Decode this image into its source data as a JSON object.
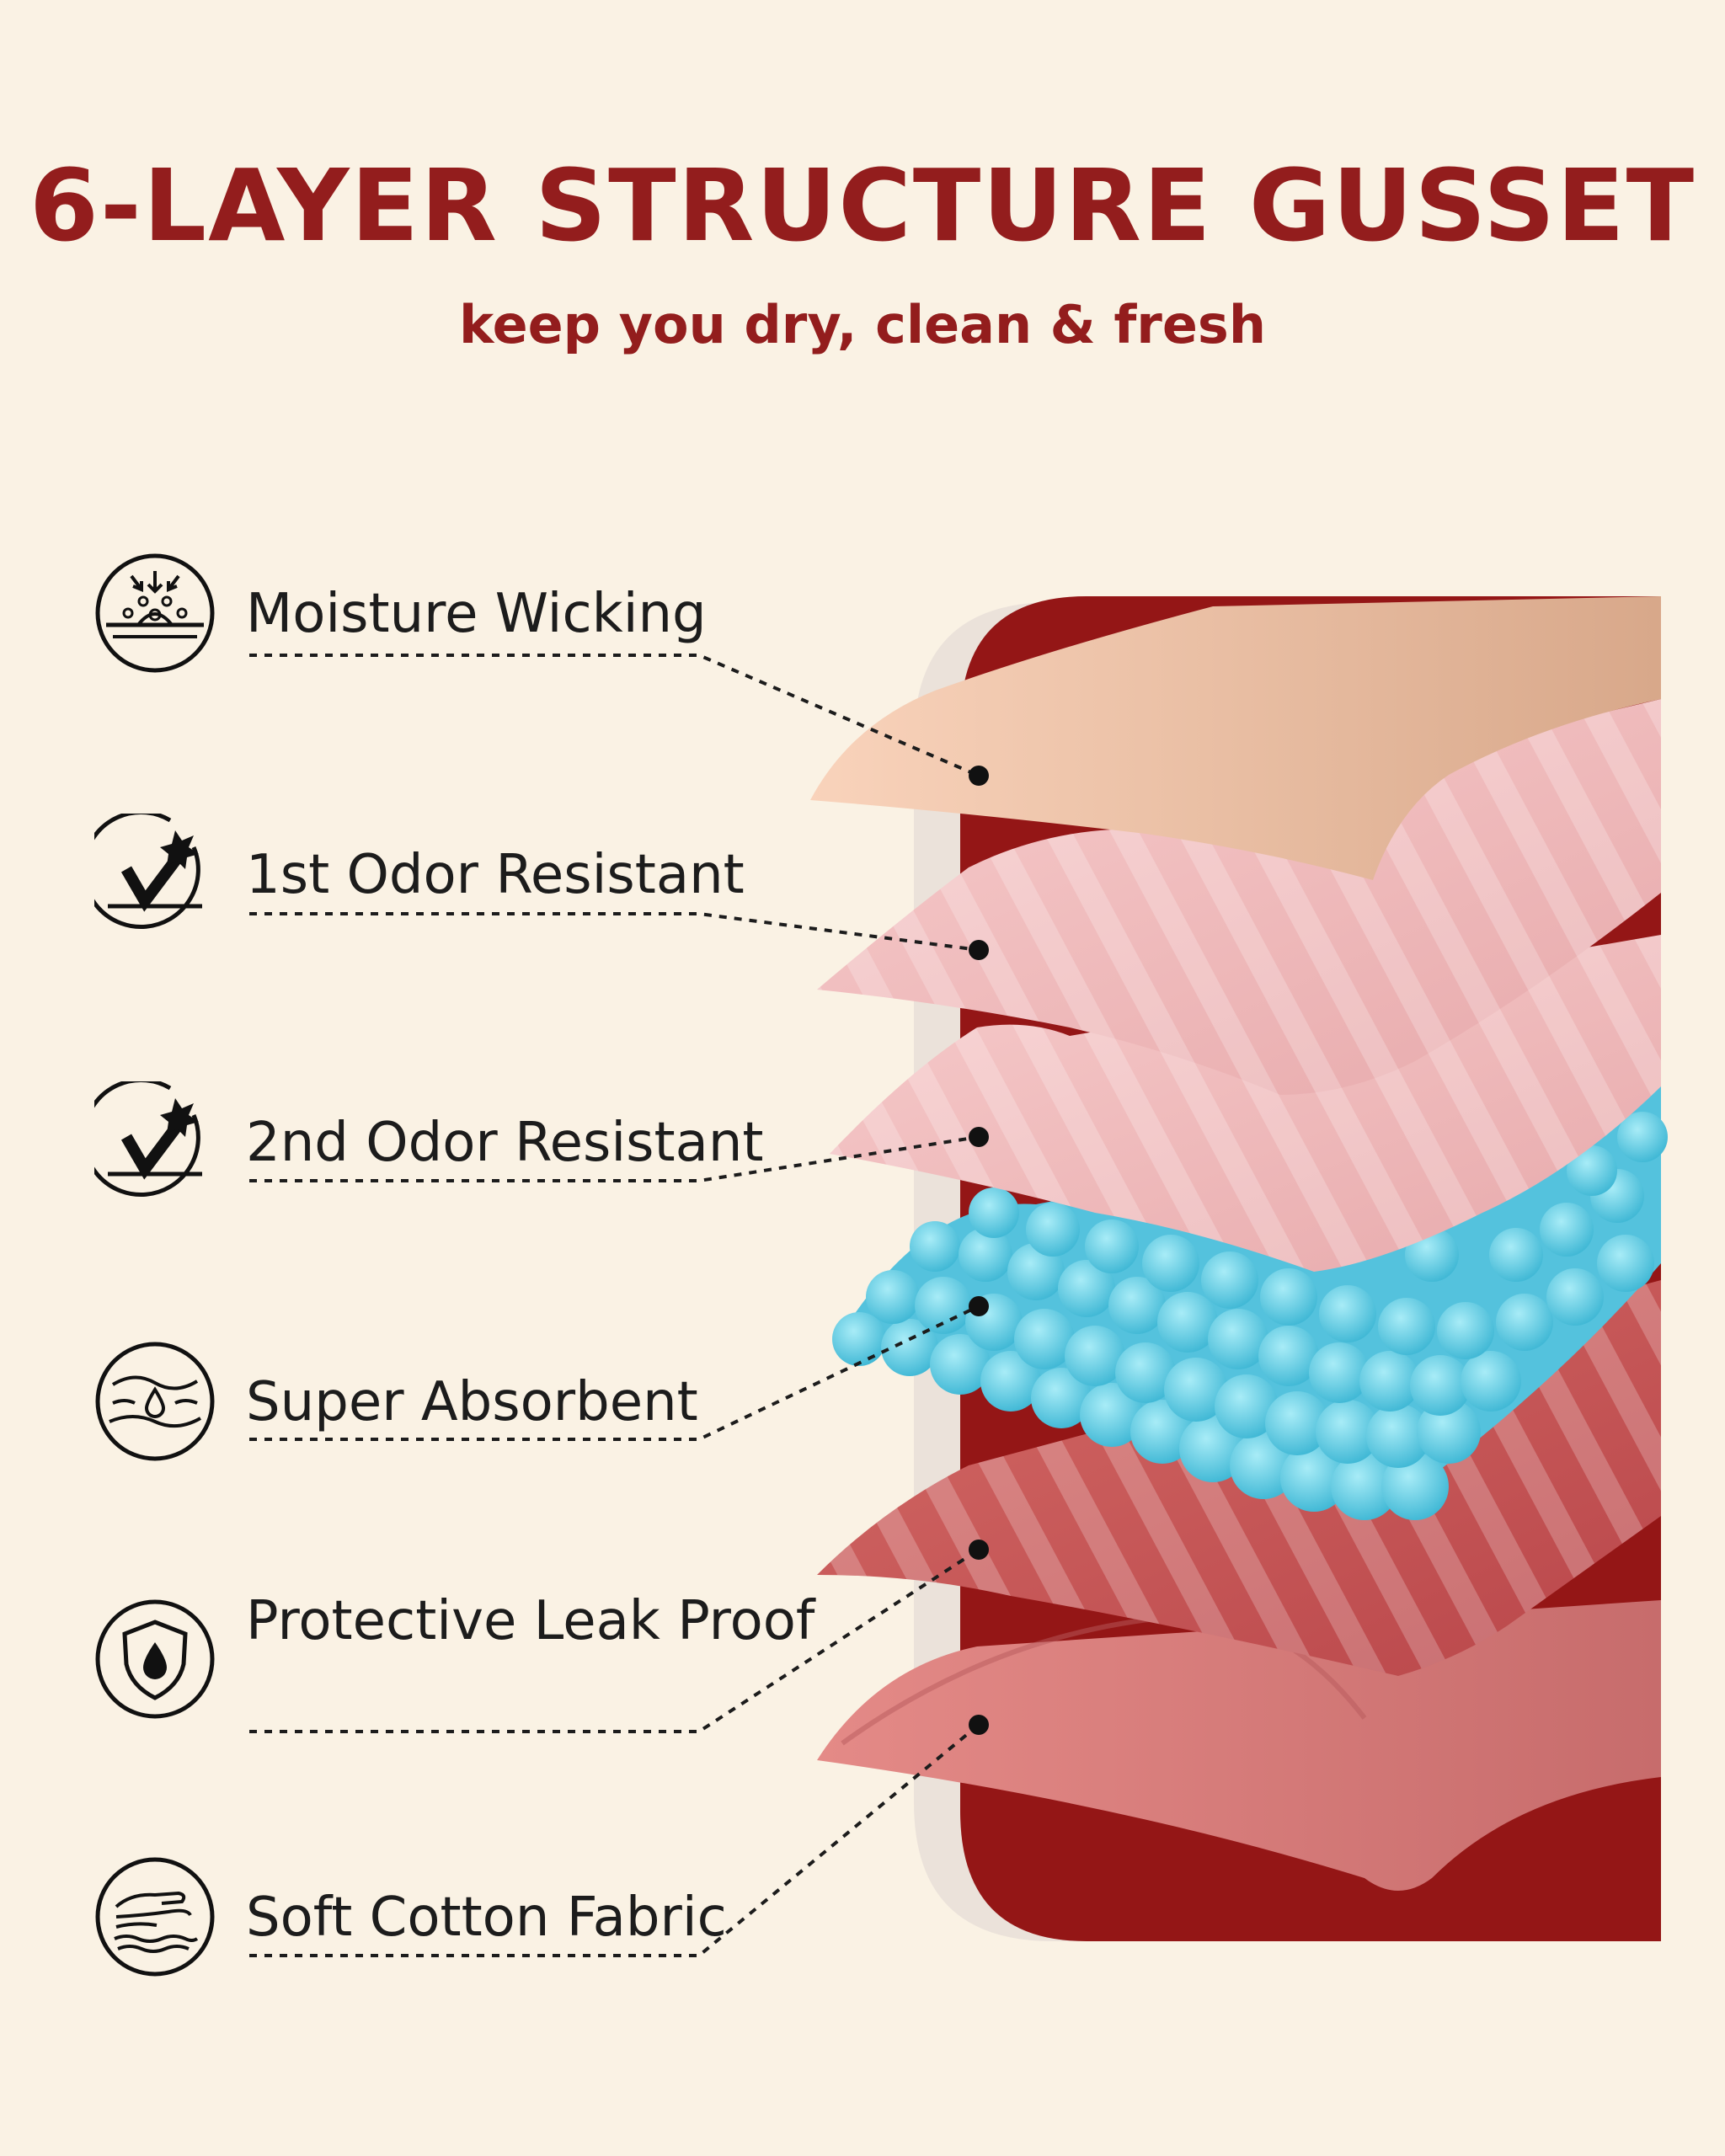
{
  "header": {
    "title": "6-LAYER STRUCTURE GUSSET",
    "subtitle": "keep you dry, clean & fresh"
  },
  "layers": [
    {
      "label": "Moisture Wicking",
      "icon": "moisture-wicking-icon"
    },
    {
      "label": "1st Odor Resistant",
      "icon": "odor-resistant-icon"
    },
    {
      "label": "2nd Odor Resistant",
      "icon": "odor-resistant-icon"
    },
    {
      "label": "Super Absorbent",
      "icon": "absorbent-drop-icon"
    },
    {
      "label": "Protective Leak Proof",
      "icon": "shield-drop-icon"
    },
    {
      "label": "Soft Cotton Fabric",
      "icon": "hand-fabric-icon"
    }
  ],
  "colors": {
    "background": "#faf2e4",
    "accent": "#931d1d",
    "layer_top": "#f7cfb4",
    "layer_pink": "#f6c6c6",
    "layer_blue": "#6fcde4",
    "layer_red": "#c85a5a",
    "layer_bottom": "#dc8181"
  }
}
